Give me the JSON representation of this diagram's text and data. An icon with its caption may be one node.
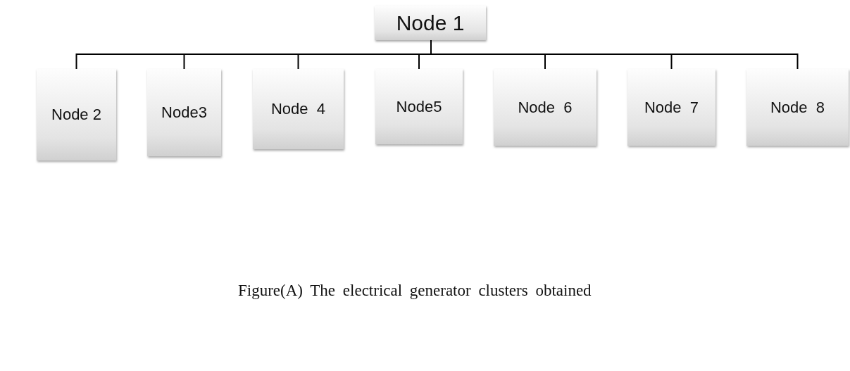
{
  "diagram": {
    "caption": "Figure(A) The electrical generator clusters obtained",
    "nodes": [
      {
        "text": [
          "Node 1"
        ]
      },
      {
        "text": [
          "Node 2"
        ]
      },
      {
        "text": [
          "Node3"
        ]
      },
      {
        "text": [
          "Node  4"
        ]
      },
      {
        "text": [
          "Node5"
        ]
      },
      {
        "text": [
          "Node  6"
        ]
      },
      {
        "text": [
          "Node  7"
        ]
      },
      {
        "text": [
          "Node  8"
        ]
      }
    ],
    "edges": [
      {
        "from": 0,
        "to": 1,
        "arrow": "none"
      },
      {
        "from": 0,
        "to": 2,
        "arrow": "none"
      },
      {
        "from": 0,
        "to": 3,
        "arrow": "none"
      },
      {
        "from": 0,
        "to": 4,
        "arrow": "none"
      },
      {
        "from": 0,
        "to": 5,
        "arrow": "none"
      },
      {
        "from": 0,
        "to": 6,
        "arrow": "none"
      },
      {
        "from": 0,
        "to": 7,
        "arrow": "none"
      }
    ]
  }
}
